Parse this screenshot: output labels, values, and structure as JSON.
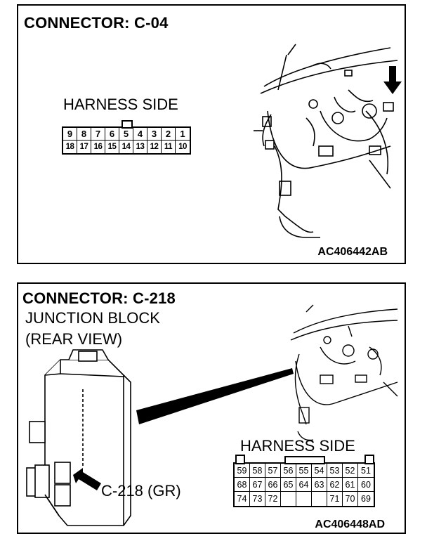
{
  "panel_top": {
    "title": "CONNECTOR: C-04",
    "harness_label": "HARNESS SIDE",
    "figure_code": "AC406442AB",
    "connector_rows": [
      [
        "9",
        "8",
        "7",
        "6",
        "5",
        "4",
        "3",
        "2",
        "1"
      ],
      [
        "18",
        "17",
        "16",
        "15",
        "14",
        "13",
        "12",
        "11",
        "10"
      ]
    ]
  },
  "panel_bottom": {
    "title": "CONNECTOR: C-218",
    "subtitle_1": "JUNCTION BLOCK",
    "subtitle_2": "(REAR VIEW)",
    "harness_label": "HARNESS SIDE",
    "callout_label": "C-218 (GR)",
    "figure_code": "AC406448AD",
    "connector_rows": [
      [
        "59",
        "58",
        "57",
        "56",
        "55",
        "54",
        "53",
        "52",
        "51"
      ],
      [
        "68",
        "67",
        "66",
        "65",
        "64",
        "63",
        "62",
        "61",
        "60"
      ],
      [
        "74",
        "73",
        "72",
        "",
        "",
        "",
        "71",
        "70",
        "69"
      ]
    ]
  }
}
